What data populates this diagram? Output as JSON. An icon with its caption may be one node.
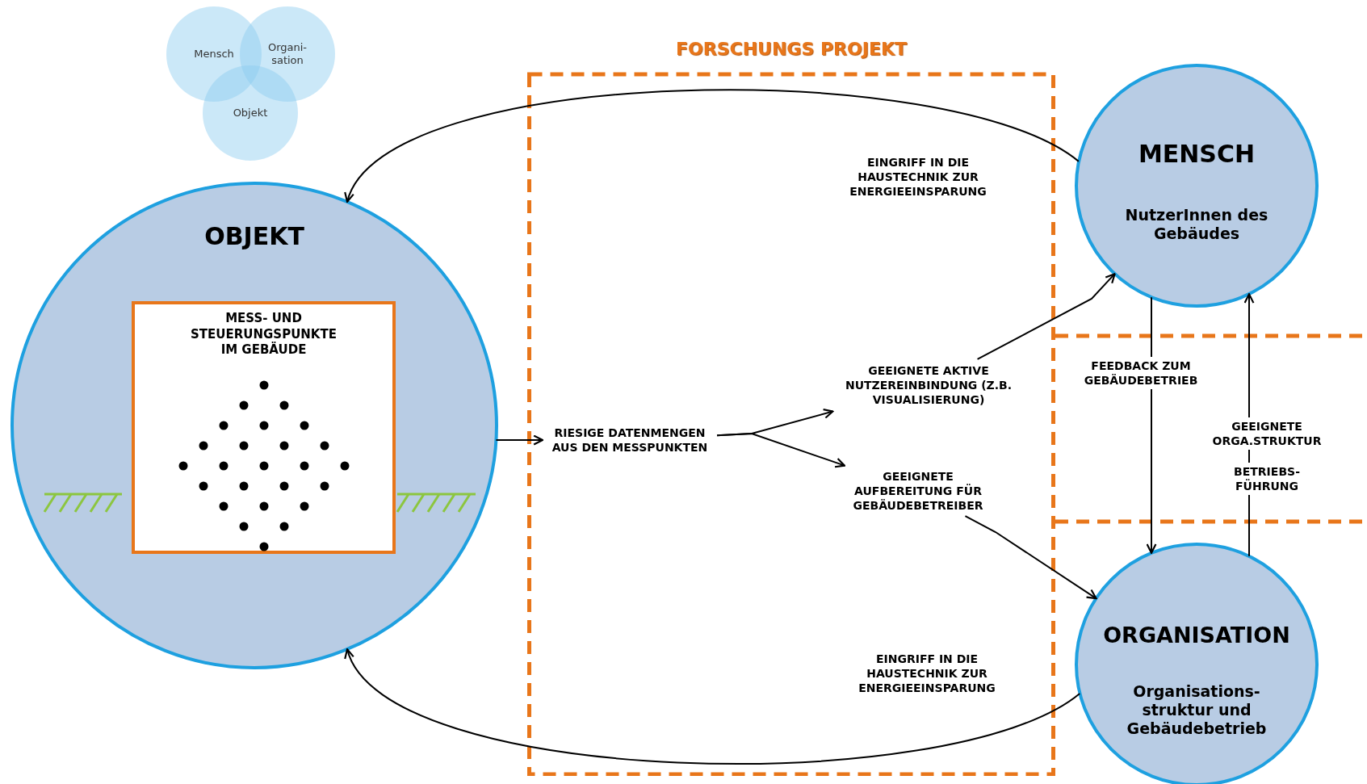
{
  "diagram": {
    "nodes": [
      {
        "text": [
          "Mensch"
        ]
      },
      {
        "text": [
          "Organi- sation"
        ]
      },
      {
        "text": [
          "Objekt"
        ]
      },
      {
        "text": [
          "FORSCHUNGS PROJEKT"
        ]
      },
      {
        "text": [
          "OBJEKT"
        ]
      },
      {
        "text": [
          "MESS- UND STEUERUNGSPUNKTE IM GEBÄUDE"
        ],
        "in": 4
      },
      {
        "text": [
          "MENSCH",
          "NutzerInnen des Gebäudes"
        ]
      },
      {
        "text": [
          "ORGANISATION",
          "Organisations- struktur und Gebäudebetrieb"
        ]
      },
      {
        "text": [
          "RIESIGE DATENMENGEN AUS DEN MESSPUNKTEN"
        ],
        "in": 3
      },
      {
        "text": [
          "GEEIGNETE AKTIVE NUTZEREINBINDUNG (Z.B. VISUALISIERUNG)"
        ],
        "in": 3
      },
      {
        "text": [
          "GEEIGNETE AUFBEREITUNG FÜR GEBÄUDEBETREIBER"
        ],
        "in": 3
      }
    ],
    "edges": [
      {
        "from": 6,
        "to": 4,
        "arrow": "to",
        "label": "EINGRIFF IN DIE HAUSTECHNIK ZUR ENERGIEEINSPARUNG"
      },
      {
        "from": 7,
        "to": 4,
        "arrow": "to",
        "label": "EINGRIFF IN DIE HAUSTECHNIK ZUR ENERGIEEINSPARUNG"
      },
      {
        "from": 4,
        "to": 8,
        "arrow": "to"
      },
      {
        "from": 8,
        "to": 9,
        "arrow": "to"
      },
      {
        "from": 8,
        "to": 10,
        "arrow": "to"
      },
      {
        "from": 9,
        "to": 6,
        "arrow": "to"
      },
      {
        "from": 10,
        "to": 7,
        "arrow": "to"
      },
      {
        "from": 6,
        "to": 7,
        "arrow": "to",
        "label": "FEEDBACK ZUM GEBÄUDEBETRIEB"
      },
      {
        "from": 7,
        "to": 6,
        "arrow": "to",
        "label": "GEEIGNETE ORGA.STRUKTUR"
      }
    ],
    "labels": [
      "BETRIEBS- FÜHRUNG"
    ]
  }
}
